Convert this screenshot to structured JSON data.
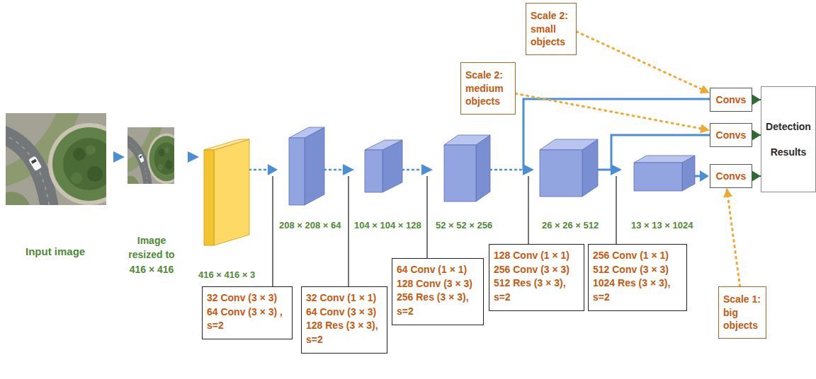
{
  "diagram": {
    "nodes": [
      {
        "text": [
          "Scale 2: small objects"
        ]
      },
      {
        "text": [
          "Scale 2: medium objects"
        ]
      },
      {
        "text": [
          "Convs"
        ]
      },
      {
        "text": [
          "Convs"
        ]
      },
      {
        "text": [
          "Convs"
        ]
      },
      {
        "text": [
          "Detection Results"
        ]
      },
      {
        "text": [
          "32 Conv (3 × 3) 64 Conv (3 × 3) , s=2"
        ]
      },
      {
        "text": [
          "32 Conv (1 × 1) 64 Conv (3 × 3) 128 Res (3 × 3), s=2"
        ]
      },
      {
        "text": [
          "64 Conv (1 × 1) 128 Conv (3 × 3) 256 Res (3 × 3), s=2"
        ]
      },
      {
        "text": [
          "128 Conv (1 × 1) 256 Conv (3 × 3) 512 Res (3 × 3), s=2"
        ]
      },
      {
        "text": [
          "256 Conv (1 × 1) 512 Conv (3 × 3) 1024 Res (3 × 3), s=2"
        ]
      },
      {
        "text": [
          "Scale 1: big objects"
        ]
      }
    ],
    "edges": [
      {
        "from": 2,
        "to": 5,
        "arrow": "to"
      },
      {
        "from": 3,
        "to": 5,
        "arrow": "to"
      },
      {
        "from": 4,
        "to": 5,
        "arrow": "to"
      },
      {
        "from": 0,
        "to": 2,
        "arrow": "to"
      },
      {
        "from": 1,
        "to": 3,
        "arrow": "to"
      },
      {
        "from": 11,
        "to": 4,
        "arrow": "to"
      }
    ],
    "labels": [
      "Input image",
      "Image resized to 416 × 416",
      "416 × 416 × 3",
      "208 × 208 × 64",
      "104 × 104 × 128",
      "52 × 52 × 256",
      "26 × 26 × 512",
      "13 × 13 × 1024"
    ]
  }
}
